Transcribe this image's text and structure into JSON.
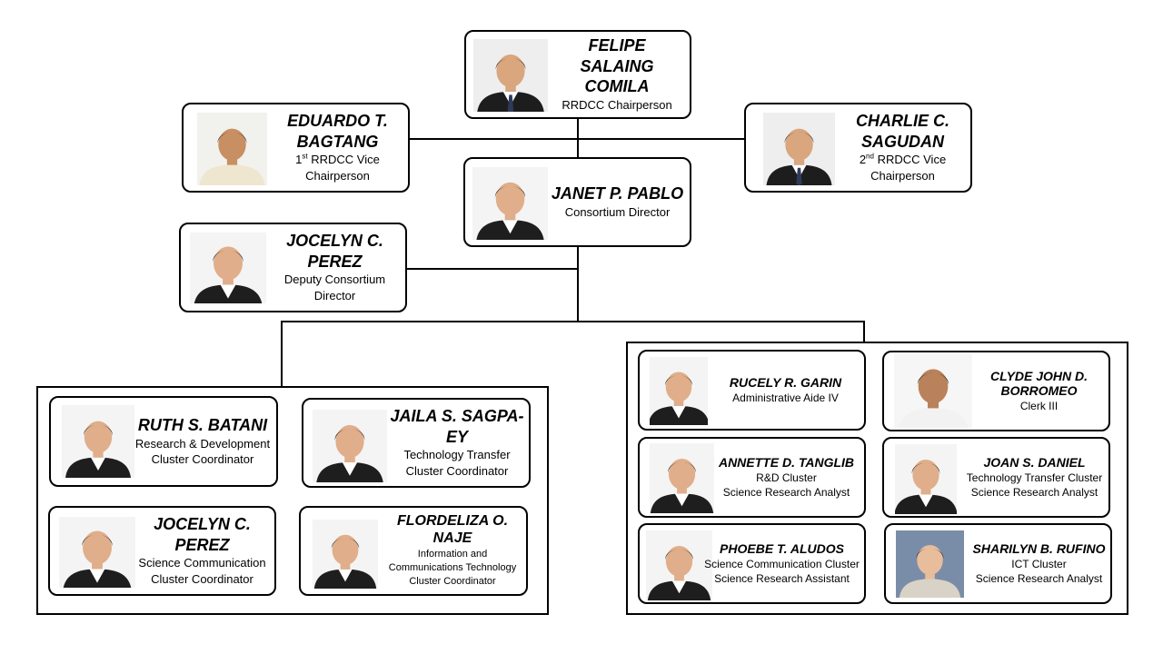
{
  "top": [
    {
      "id": "chair",
      "name": "FELIPE SALAING COMILA",
      "role": "RRDCC Chairperson",
      "photo": "portrait-photo-suit-tie"
    },
    {
      "id": "vice1",
      "name": "EDUARDO T. BAGTANG",
      "role_ordinal": "1",
      "role_sup": "st",
      "role_text": " RRDCC Vice Chairperson",
      "photo": "portrait-photo-polo"
    },
    {
      "id": "vice2",
      "name": "CHARLIE C. SAGUDAN",
      "role_ordinal": "2",
      "role_sup": "nd",
      "role_text": " RRDCC Vice Chairperson",
      "photo": "portrait-photo-suit-tie"
    },
    {
      "id": "director",
      "name": "JANET P. PABLO",
      "role": "Consortium Director",
      "photo": "portrait-photo-blazer"
    },
    {
      "id": "deputy",
      "name": "JOCELYN C. PEREZ",
      "role": "Deputy Consortium Director",
      "photo": "portrait-photo-blazer"
    }
  ],
  "coordinators": [
    {
      "name": "RUTH S. BATANI",
      "role_lines": [
        "Research & Development",
        "Cluster Coordinator"
      ],
      "photo": "portrait-photo-blazer"
    },
    {
      "name": "JAILA S. SAGPA-EY",
      "role_lines": [
        "Technology Transfer",
        "Cluster Coordinator"
      ],
      "photo": "portrait-photo-blazer"
    },
    {
      "name": "JOCELYN C. PEREZ",
      "role_lines": [
        "Science Communication",
        "Cluster Coordinator"
      ],
      "photo": "portrait-photo-blazer"
    },
    {
      "name": "FLORDELIZA O. NAJE",
      "role_lines": [
        "Information and",
        "Communications Technology",
        "Cluster Coordinator"
      ],
      "photo": "portrait-photo-blazer"
    }
  ],
  "staff": [
    {
      "name": "RUCELY R. GARIN",
      "role_lines": [
        "Administrative Aide IV"
      ],
      "photo": "portrait-photo-blazer"
    },
    {
      "name": "CLYDE JOHN D. BORROMEO",
      "role_lines": [
        "Clerk III"
      ],
      "photo": "portrait-photo-casual"
    },
    {
      "name": "ANNETTE D. TANGLIB",
      "role_lines": [
        "R&D Cluster",
        "Science Research Analyst"
      ],
      "photo": "portrait-photo-blazer"
    },
    {
      "name": "JOAN S. DANIEL",
      "role_lines": [
        "Technology Transfer Cluster",
        "Science Research Analyst"
      ],
      "photo": "portrait-photo-blazer"
    },
    {
      "name": "PHOEBE T. ALUDOS",
      "role_lines": [
        "Science Communication Cluster",
        "Science Research Assistant"
      ],
      "photo": "portrait-photo-blazer"
    },
    {
      "name": "SHARILYN B. RUFINO",
      "role_lines": [
        "ICT Cluster",
        "Science Research Analyst"
      ],
      "photo": "portrait-photo-formal"
    }
  ]
}
